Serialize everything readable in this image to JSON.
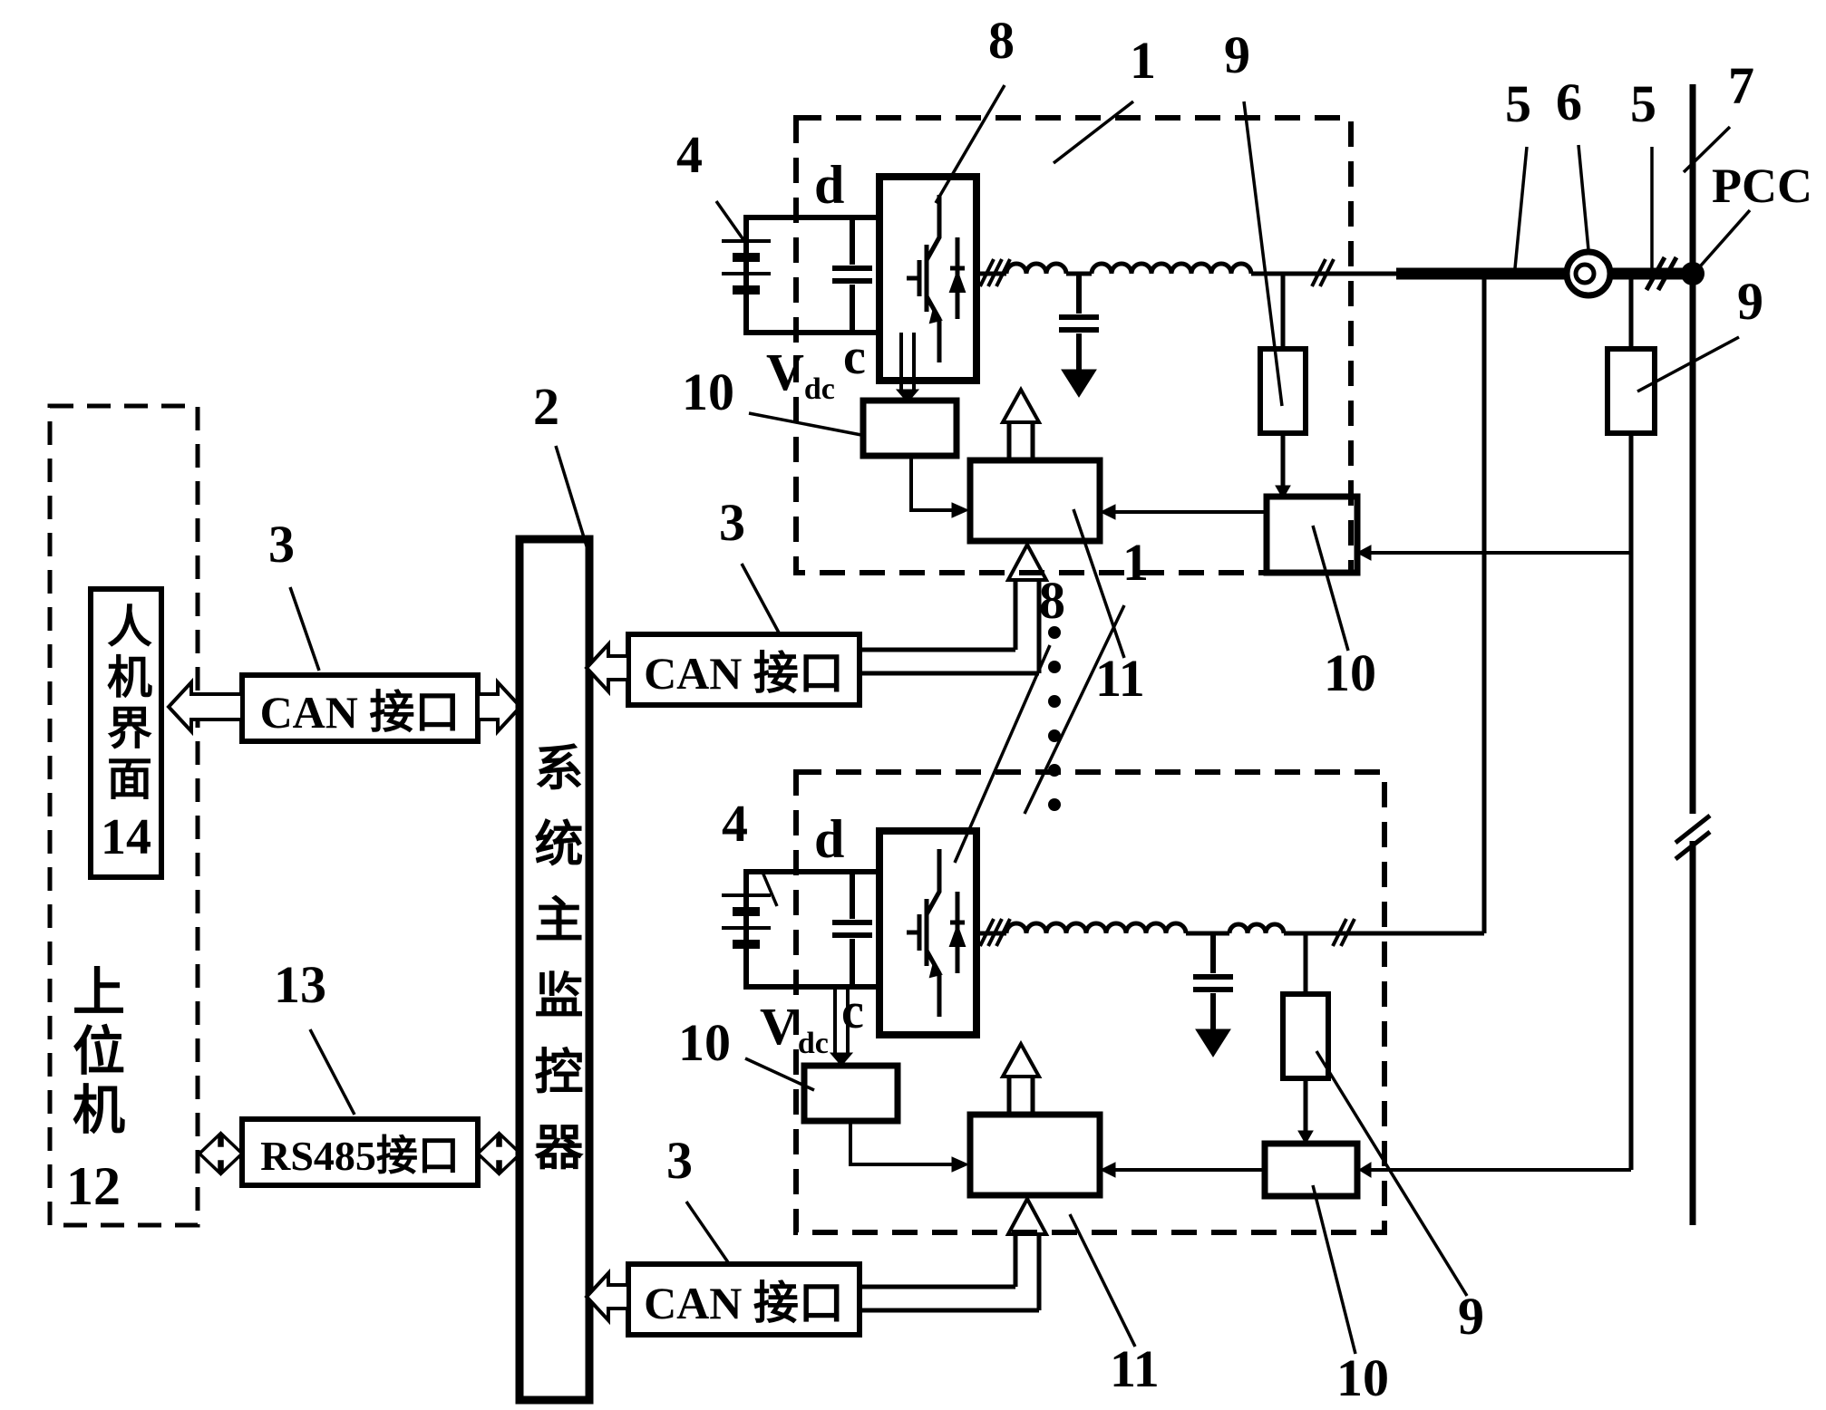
{
  "figure": {
    "title_hint": "Parallel inverter system control block diagram (patent style)",
    "ref_labels": {
      "unit": "1",
      "monitor": "2",
      "can": "3",
      "battery": "4",
      "line": "5",
      "breaker": "6",
      "grid_bus": "7",
      "inverter": "8",
      "sensor": "9",
      "acquisition": "10",
      "controller": "11",
      "host": "12",
      "rs485": "13",
      "hmi": "14"
    },
    "texts": {
      "can_interface": "CAN 接口",
      "rs485_interface": "RS485接口",
      "system_monitor": "系统主监控器",
      "host_computer": "上位机",
      "hmi": "人机界面",
      "pcc": "PCC",
      "vdc_v": "V",
      "vdc_sub": "dc",
      "node_d": "d",
      "node_c": "c"
    },
    "colors": {
      "ink": "#000000",
      "paper": "#ffffff"
    }
  }
}
